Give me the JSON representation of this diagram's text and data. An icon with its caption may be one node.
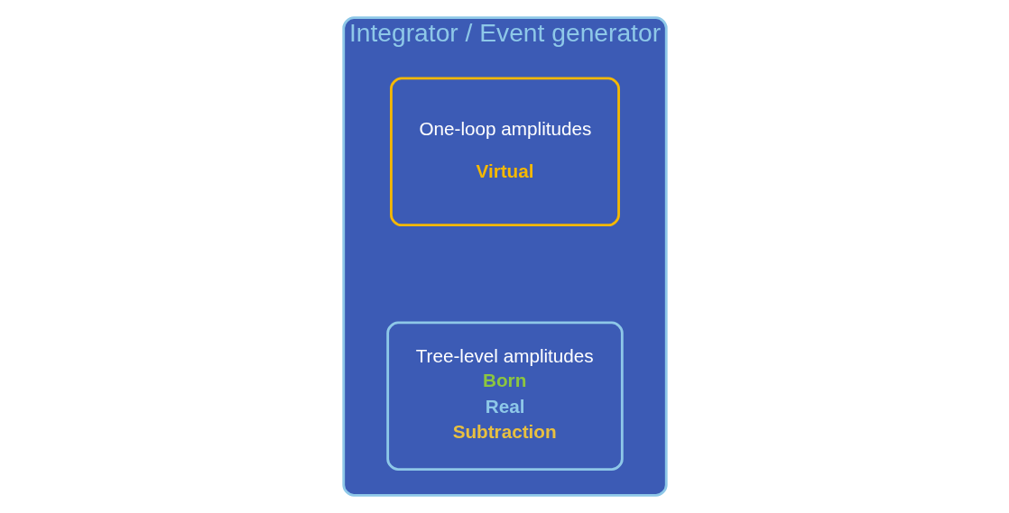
{
  "diagram": {
    "nodes": [
      {
        "text": [
          "Integrator / Event generator"
        ]
      },
      {
        "text": [
          "One-loop amplitudes",
          "Virtual"
        ],
        "in": 0
      },
      {
        "text": [
          "Tree-level amplitudes",
          "Born",
          "Real",
          "Subtraction"
        ],
        "in": 0
      }
    ]
  }
}
